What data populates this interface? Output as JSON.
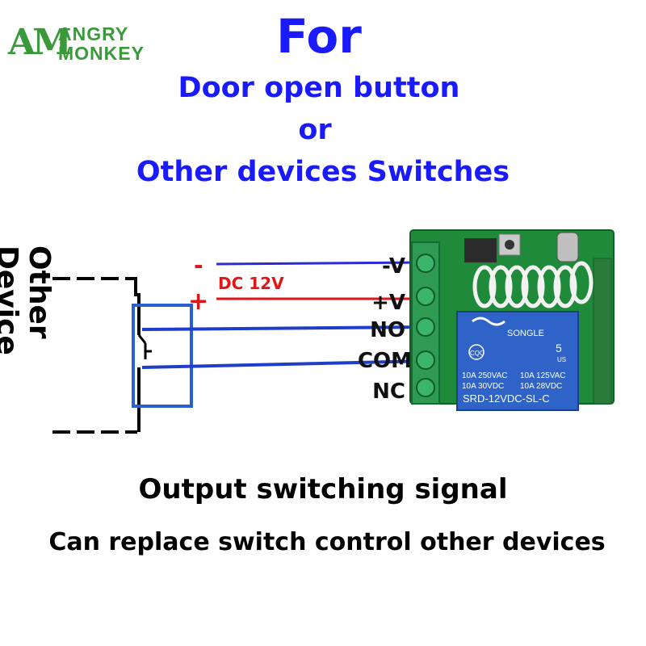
{
  "brand": {
    "line1": "ANGRY",
    "line2": "MONKEY",
    "mark": "AM"
  },
  "heading": {
    "title": "For",
    "line1": "Door open button",
    "line2": "or",
    "line3": "Other devices Switches"
  },
  "side_label": "Other Device",
  "wires": {
    "power_label": "DC 12V",
    "minus": "-",
    "plus": "+"
  },
  "terminals": [
    "-V",
    "+V",
    "NO",
    "COM",
    "NC"
  ],
  "relay": {
    "brand": "SONGLE",
    "rating_1a": "10A 250VAC",
    "rating_1b": "10A 125VAC",
    "rating_2a": "10A 30VDC",
    "rating_2b": "10A 28VDC",
    "model": "SRD-12VDC-SL-C",
    "cert": "CQC",
    "num": "5",
    "us": "US"
  },
  "footer": {
    "line1": "Output switching signal",
    "line2": "Can replace switch control other devices"
  },
  "colors": {
    "heading": "#1a1aff",
    "negative_wire": "#2a2ad8",
    "positive_wire": "#e01515",
    "pcb": "#1f8a3a",
    "relay": "#2f63c8",
    "logo": "#3a9a3a"
  }
}
